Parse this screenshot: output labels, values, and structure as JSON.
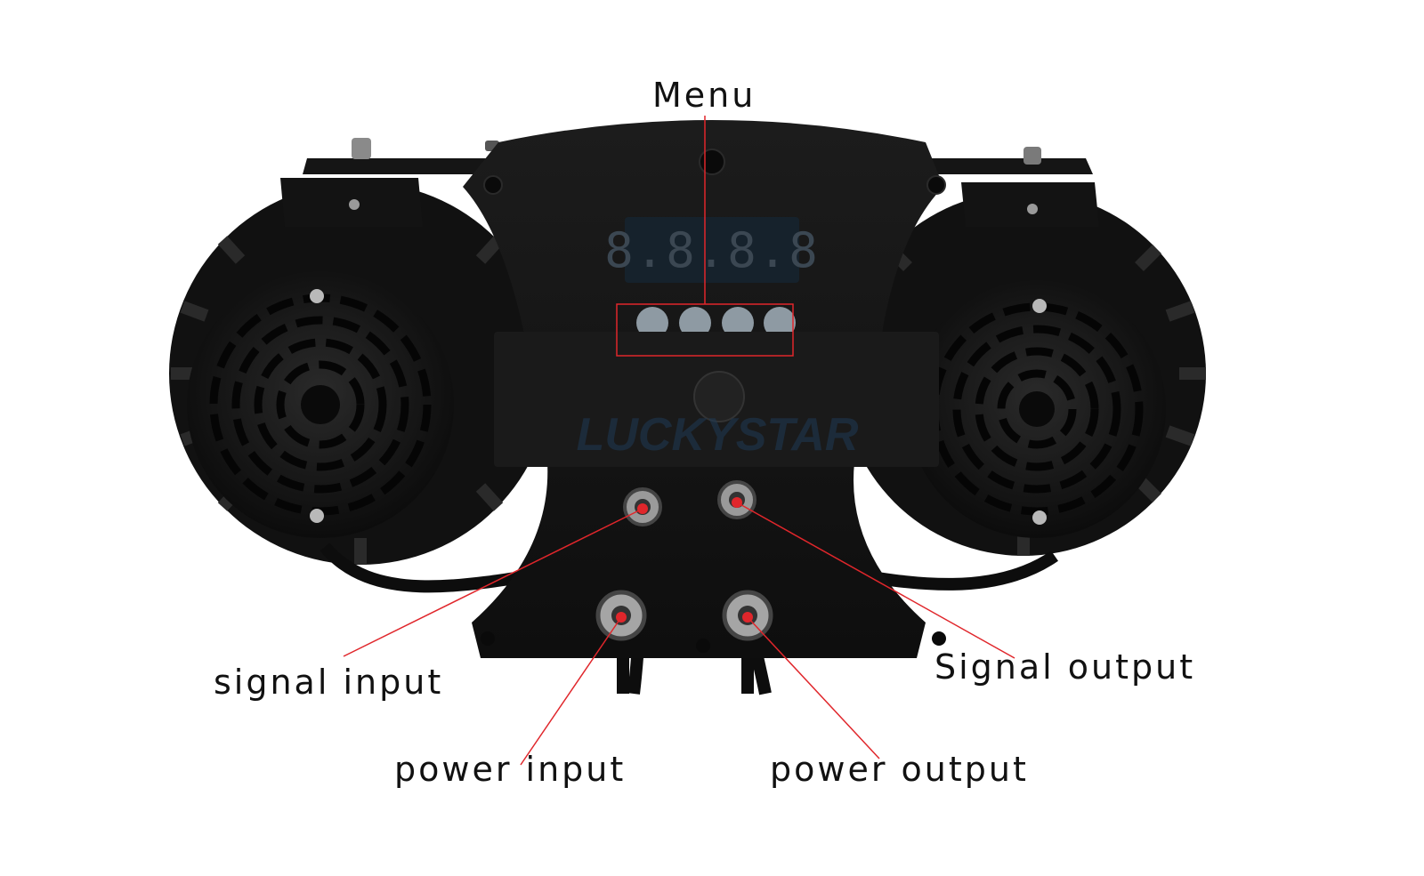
{
  "labels": {
    "menu": "Menu",
    "signal_input": "signal input",
    "signal_output": "Signal output",
    "power_input": "power input",
    "power_output": "power output"
  },
  "display": {
    "digits": "8.8.8.8",
    "button_count": 4
  },
  "watermark": "LUCKYSTAR",
  "colors": {
    "callout": "#e0262b",
    "body": "#141414",
    "background": "#ffffff",
    "display_bg": "#16222c",
    "display_digits": "#3b4752"
  },
  "icons": {
    "fan_left": "fan-grille-icon",
    "fan_right": "fan-grille-icon",
    "connector": "xlr-connector-icon"
  }
}
